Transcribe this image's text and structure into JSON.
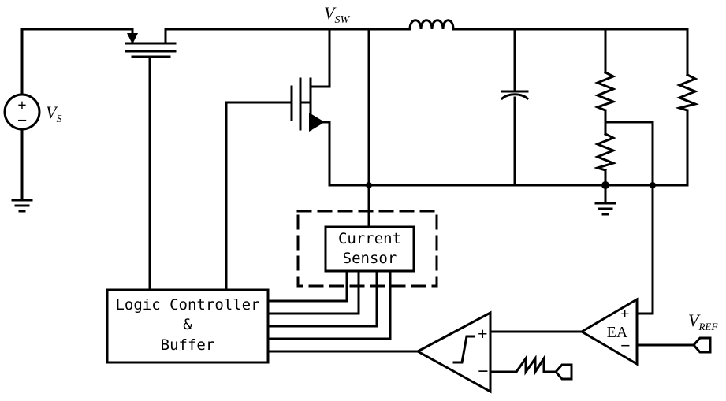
{
  "labels": {
    "vsw_main": "V",
    "vsw_sub": "SW",
    "vs_main": "V",
    "vs_sub": "S",
    "vref_main": "V",
    "vref_sub": "REF"
  },
  "blocks": {
    "current_sensor": {
      "line1": "Current",
      "line2": "Sensor"
    },
    "logic_controller": {
      "line1": "Logic Controller",
      "line2": "&",
      "line3": "Buffer"
    },
    "error_amp": {
      "label": "EA",
      "plus": "+",
      "minus": "−"
    },
    "comparator": {
      "plus": "+",
      "minus": "−"
    },
    "source": {
      "plus": "+",
      "minus": "−"
    }
  }
}
